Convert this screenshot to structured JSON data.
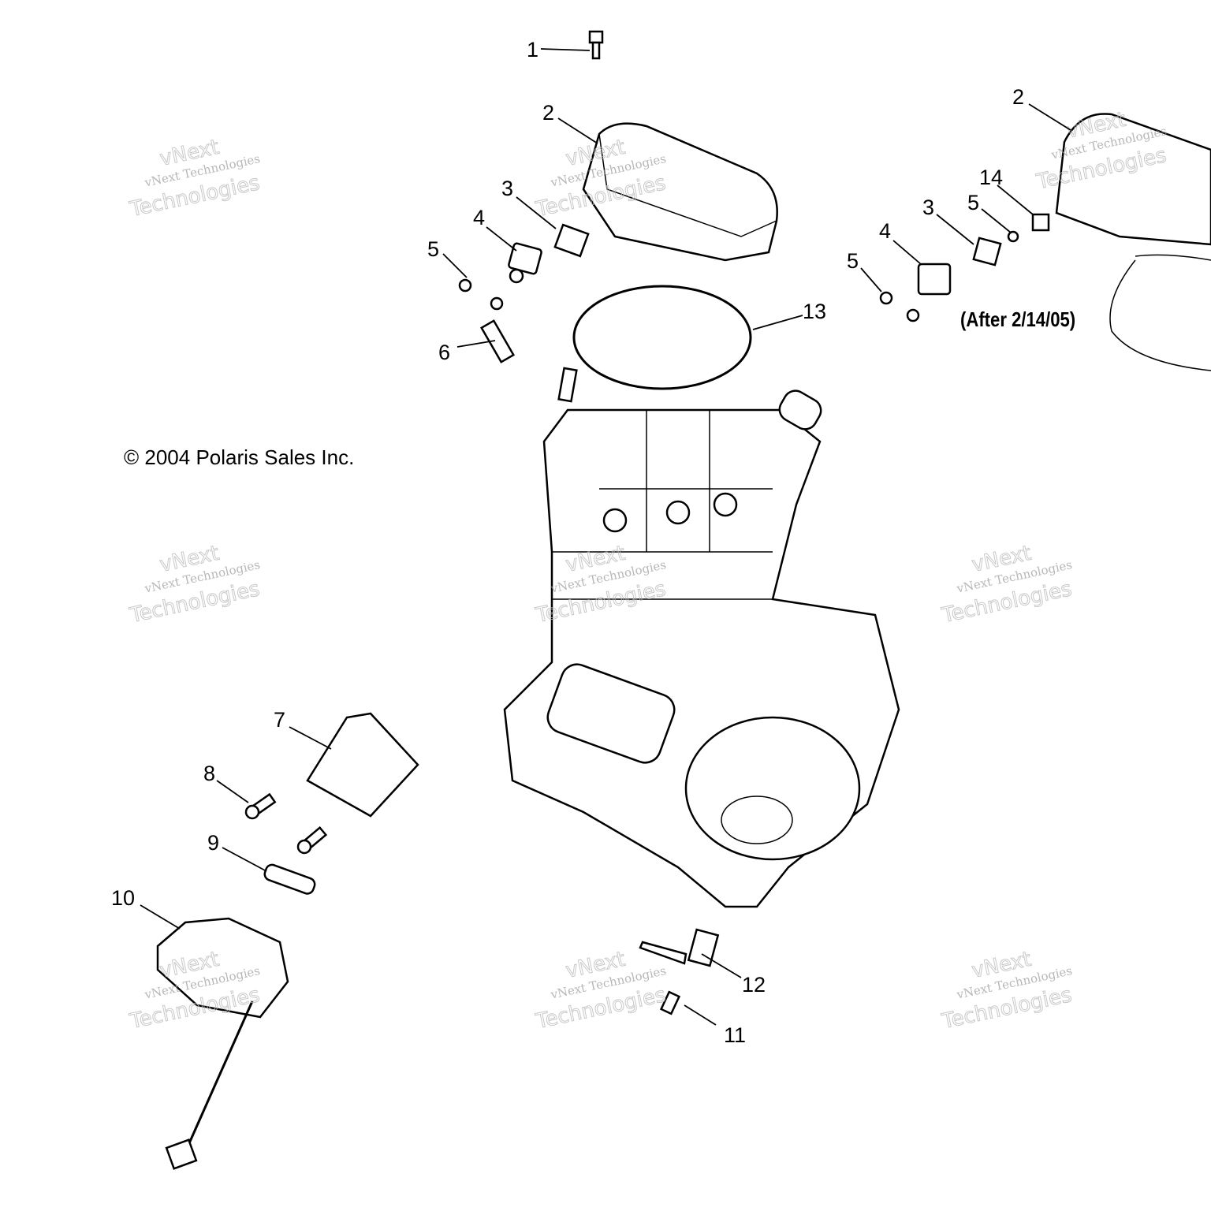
{
  "copyright": "© 2004 Polaris Sales Inc.",
  "revision_note": "(After 2/14/05)",
  "watermark": {
    "line1": "vNext Technologies",
    "line2": "Technologies",
    "line3": "vNext"
  },
  "callouts": [
    "1",
    "2",
    "3",
    "4",
    "5",
    "6",
    "13",
    "2",
    "14",
    "3",
    "5",
    "4",
    "5",
    "7",
    "8",
    "9",
    "10",
    "12",
    "11"
  ]
}
